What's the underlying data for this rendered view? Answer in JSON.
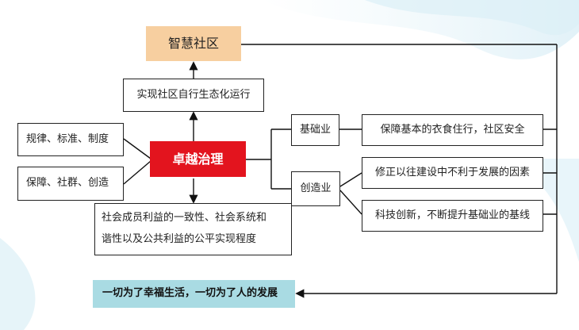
{
  "diagram": {
    "top": "智慧社区",
    "self_run": "实现社区自行生态化运行",
    "rules": "规律、标准、制度",
    "guarantee": "保障、社群、创造",
    "center": "卓越治理",
    "basic_industry": "基础业",
    "creative_industry": "创造业",
    "basic_desc": "保障基本的衣食住行，社区安全",
    "fix_desc": "修正以往建设中不利于发展的因素",
    "tech_desc": "科技创新，不断提升基础业的基线",
    "consistency_line1": "社会成员利益的一致性、社会系统和",
    "consistency_line2": "谐性以及公共利益的公平实现程度",
    "goal": "一切为了幸福生活，一切为了人的发展"
  },
  "colors": {
    "top_fill": "#f7cfa0",
    "center_fill": "#e3141e",
    "goal_fill": "#a9dbe3"
  }
}
